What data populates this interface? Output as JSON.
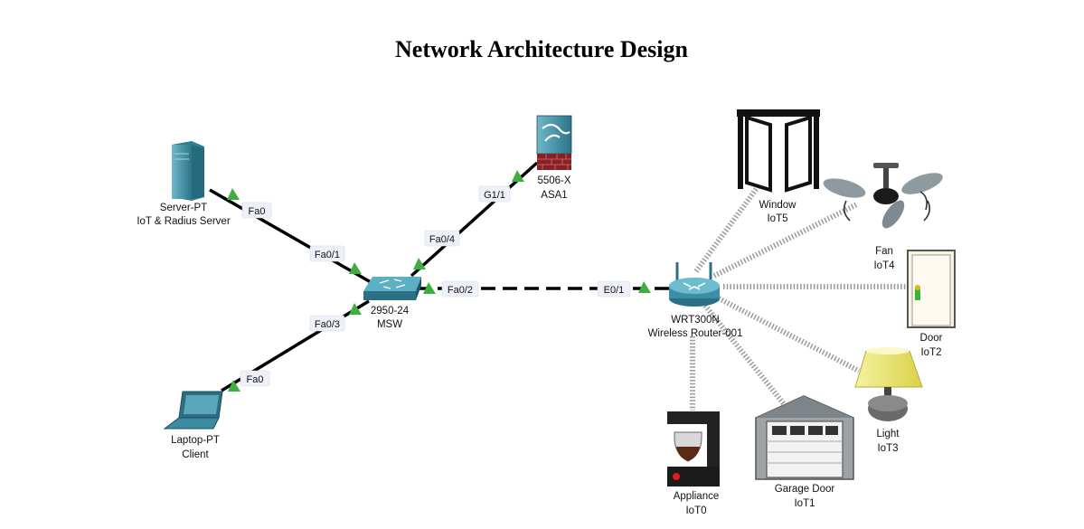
{
  "title": "Network Architecture Design",
  "devices": {
    "server": {
      "line1": "Server-PT",
      "line2": "IoT & Radius Server",
      "icon": "server-icon"
    },
    "laptop": {
      "line1": "Laptop-PT",
      "line2": "Client",
      "icon": "laptop-icon"
    },
    "switch": {
      "line1": "2950-24",
      "line2": "MSW",
      "icon": "switch-icon"
    },
    "asa": {
      "line1": "5506-X",
      "line2": "ASA1",
      "icon": "firewall-icon"
    },
    "router": {
      "line1": "WRT300N",
      "line2": "Wireless Router-001",
      "icon": "wireless-router-icon"
    },
    "window": {
      "line1": "Window",
      "line2": "IoT5",
      "icon": "window-icon"
    },
    "fan": {
      "line1": "Fan",
      "line2": "IoT4",
      "icon": "ceiling-fan-icon"
    },
    "door": {
      "line1": "Door",
      "line2": "IoT2",
      "icon": "door-icon"
    },
    "light": {
      "line1": "Light",
      "line2": "IoT3",
      "icon": "lamp-icon"
    },
    "garage": {
      "line1": "Garage Door",
      "line2": "IoT1",
      "icon": "garage-door-icon"
    },
    "appliance": {
      "line1": "Appliance",
      "line2": "IoT0",
      "icon": "coffee-maker-icon"
    }
  },
  "ports": {
    "server_fa0": "Fa0",
    "switch_fa0_1": "Fa0/1",
    "switch_fa0_3": "Fa0/3",
    "laptop_fa0": "Fa0",
    "switch_fa0_4": "Fa0/4",
    "asa_g1_1": "G1/1",
    "switch_fa0_2": "Fa0/2",
    "router_e0_1": "E0/1"
  },
  "colors": {
    "link": "#000000",
    "link_up": "#3fae3f",
    "wireless": "#9a9a9a",
    "device_teal": "#3f8fa6"
  }
}
